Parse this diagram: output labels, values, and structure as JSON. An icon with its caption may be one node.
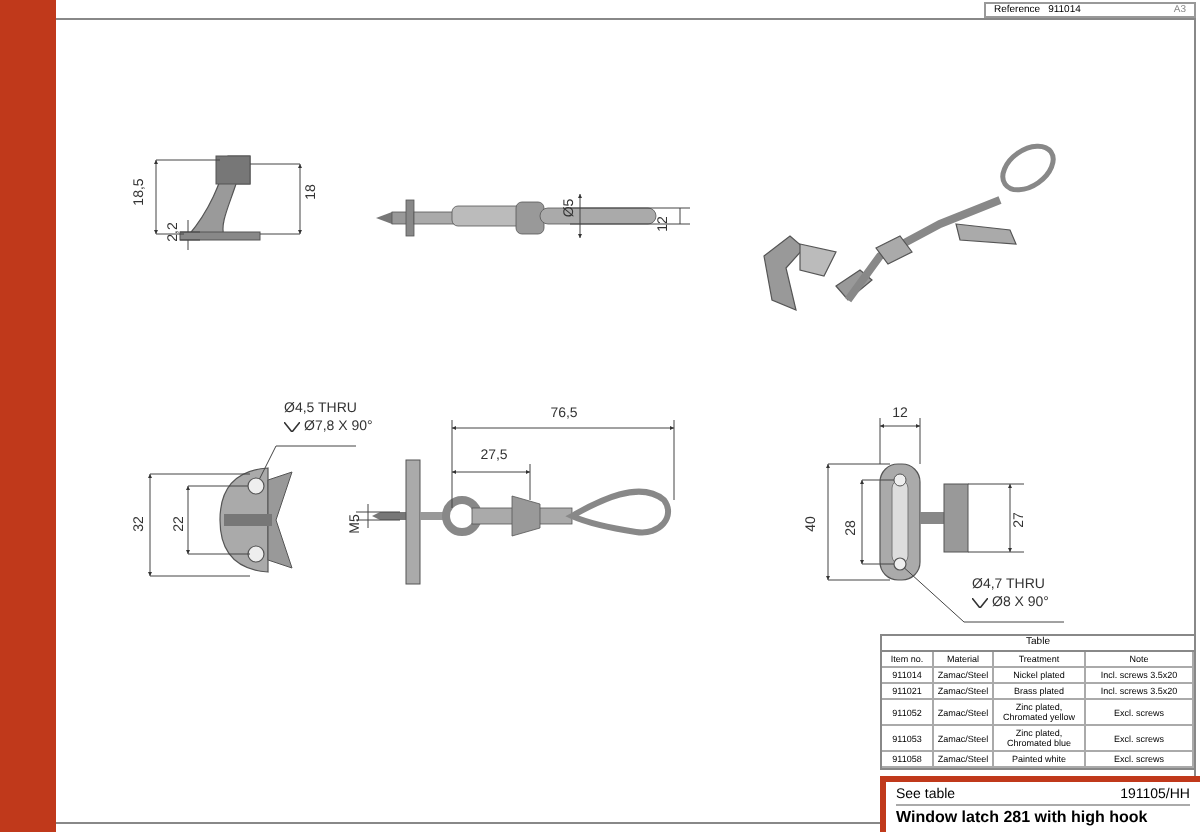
{
  "diagram": {
    "title": "Window latch 281 with high hook",
    "nodes": [
      {
        "text": [
          "Ø4,5 THRU",
          "Ø7,8 X 90°"
        ]
      },
      {
        "text": [
          "Ø4,7 THRU",
          "Ø8 X 90°"
        ]
      },
      {
        "text": [],
        "shape": "circle"
      },
      {
        "text": [],
        "shape": "circle"
      },
      {
        "text": [],
        "shape": "bar"
      }
    ],
    "edges": [
      {
        "from": 0,
        "to": 2,
        "arrow": "none"
      },
      {
        "from": 1,
        "to": 3,
        "arrow": "none"
      }
    ],
    "labels": [
      "Reference",
      "911014",
      "A3",
      "18,5",
      "2,2",
      "18",
      "Ø5",
      "12",
      "76,5",
      "27,5",
      "32",
      "22",
      "M5",
      "12",
      "40",
      "28",
      "27",
      "Table",
      "Item no.",
      "Material",
      "Treatment",
      "Note",
      "911014",
      "Zamac/Steel",
      "Nickel plated",
      "Incl. screws 3.5x20",
      "911021",
      "Zamac/Steel",
      "Brass plated",
      "Incl. screws 3.5x20",
      "911052",
      "Zamac/Steel",
      "Zinc plated, Chromated yellow",
      "Excl. screws",
      "911053",
      "Zamac/Steel",
      "Zinc plated, Chromated blue",
      "Excl. screws",
      "911058",
      "Zamac/Steel",
      "Painted white",
      "Excl. screws",
      "See table",
      "191105/HH"
    ]
  }
}
